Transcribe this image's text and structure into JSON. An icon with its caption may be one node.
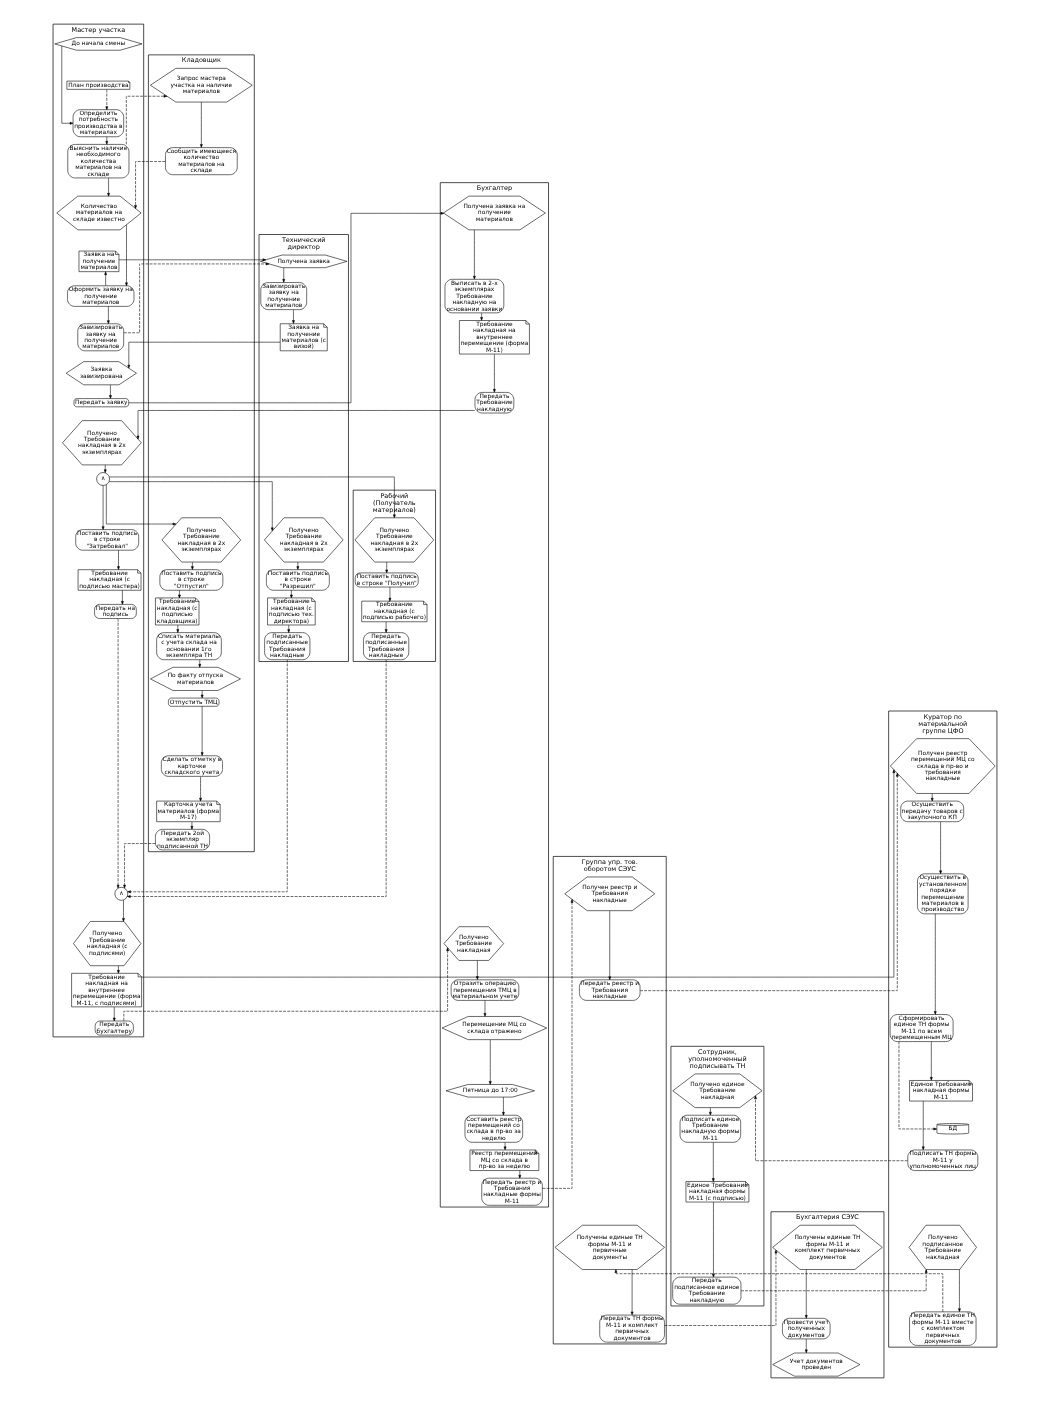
{
  "diagram": {
    "nodes": [
      {
        "text": [
          "Мастер участка"
        ]
      },
      {
        "text": [
          "До начала смены"
        ],
        "in": 0
      },
      {
        "text": [
          "План производства"
        ],
        "in": 0
      },
      {
        "text": [
          "Определить потребность производства в материалах"
        ],
        "in": 0
      },
      {
        "text": [
          "Выяснить наличие необходимого количества материалов на складе"
        ],
        "in": 0
      },
      {
        "text": [
          "Количество материалов на складе известно"
        ],
        "in": 0
      },
      {
        "text": [
          "Заявка на получение материалов"
        ],
        "in": 0
      },
      {
        "text": [
          "Оформить заявку на получение материалов"
        ],
        "in": 0
      },
      {
        "text": [
          "Завизировать заявку на получение материалов"
        ],
        "in": 0
      },
      {
        "text": [
          "Заявка завизирована"
        ],
        "in": 0
      },
      {
        "text": [
          "Передать заявку"
        ],
        "in": 0
      },
      {
        "text": [
          "Получено Требование накладная в 2х экземплярах"
        ],
        "in": 0
      },
      {
        "text": [
          "∧"
        ],
        "in": 0
      },
      {
        "text": [
          "Поставить подпись в строке \"Затребовал\""
        ],
        "in": 0
      },
      {
        "text": [
          "Требование накладная (с подписью мастера)"
        ],
        "in": 0
      },
      {
        "text": [
          "Передать на подпись"
        ],
        "in": 0
      },
      {
        "text": [
          "∧"
        ],
        "in": 0
      },
      {
        "text": [
          "Получено Требование накладная (с подписями)"
        ],
        "in": 0
      },
      {
        "text": [
          "Требование накладная на внутреннее перемещение (форма М-11, с подписями)"
        ],
        "in": 0
      },
      {
        "text": [
          "Передать бухгалтеру"
        ],
        "in": 0
      },
      {
        "text": [
          "Кладовщик"
        ]
      },
      {
        "text": [
          "Запрос мастера участка на наличие материалов"
        ],
        "in": 20
      },
      {
        "text": [
          "Сообщить имеющееся количество материалов на складе"
        ],
        "in": 20
      },
      {
        "text": [
          "Получено Требование накладная в 2х экземплярах"
        ],
        "in": 20
      },
      {
        "text": [
          "Поставить подпись в строке \"Отпустил\""
        ],
        "in": 20
      },
      {
        "text": [
          "Требование накладная (с подписью кладовщика)"
        ],
        "in": 20
      },
      {
        "text": [
          "Списать материалы с учета склада на основании 1го экземпляра ТН"
        ],
        "in": 20
      },
      {
        "text": [
          "По факту отпуска материалов"
        ],
        "in": 20
      },
      {
        "text": [
          "Отпустить ТМЦ"
        ],
        "in": 20
      },
      {
        "text": [
          "Сделать отметку в карточке складского учета"
        ],
        "in": 20
      },
      {
        "text": [
          "Карточка учета материалов (форма М-17)"
        ],
        "in": 20
      },
      {
        "text": [
          "Передать 2ой экземпляр подписанной ТН"
        ],
        "in": 20
      },
      {
        "text": [
          "Технический директор"
        ]
      },
      {
        "text": [
          "Получена заявка"
        ],
        "in": 32
      },
      {
        "text": [
          "Завизировать заявку на получение материалов"
        ],
        "in": 32
      },
      {
        "text": [
          "Заявка на получение материалов (с визой)"
        ],
        "in": 32
      },
      {
        "text": [
          "Получено Требование накладная в 2х экземплярах"
        ],
        "in": 32
      },
      {
        "text": [
          "Поставить подпись в строке \"Разрешил\""
        ],
        "in": 32
      },
      {
        "text": [
          "Требование накладная (с подписью тех. директора)"
        ],
        "in": 32
      },
      {
        "text": [
          "Передать подписанные Требования накладные"
        ],
        "in": 32
      },
      {
        "text": [
          "Бухгалтер"
        ]
      },
      {
        "text": [
          "Получена заявка на получение материалов"
        ],
        "in": 40
      },
      {
        "text": [
          "Выписать в 2-х экземплярах Требование накладную на основании заявки"
        ],
        "in": 40
      },
      {
        "text": [
          "Требование накладная на внутреннее перемещение (форма М-11)"
        ],
        "in": 40
      },
      {
        "text": [
          "Передать Требование накладную"
        ],
        "in": 40
      },
      {
        "text": [
          "Получено Требование накладная"
        ],
        "in": 40
      },
      {
        "text": [
          "Отразить операцию перемещения ТМЦ в материальном учете"
        ],
        "in": 40
      },
      {
        "text": [
          "Перемещение МЦ со склада отражено"
        ],
        "in": 40
      },
      {
        "text": [
          "Пятница до 17:00"
        ],
        "in": 40
      },
      {
        "text": [
          "Составить реестр перемещений со склада в пр-во за неделю"
        ],
        "in": 40
      },
      {
        "text": [
          "Реестр перемещений МЦ со склада в пр-во за неделю"
        ],
        "in": 40
      },
      {
        "text": [
          "Передать реестр и Требования накладные формы М-11"
        ],
        "in": 40
      },
      {
        "text": [
          "Рабочий (Получатель материалов)"
        ]
      },
      {
        "text": [
          "Получено Требование накладная в 2х экземплярах"
        ],
        "in": 52
      },
      {
        "text": [
          "Поставить подпись в строке \"Получил\""
        ],
        "in": 52
      },
      {
        "text": [
          "Требование накладная (с подписью рабочего)"
        ],
        "in": 52
      },
      {
        "text": [
          "Передать подписанные Требования накладные"
        ],
        "in": 52
      },
      {
        "text": [
          "Группа упр. тов. оборотом СЭУС"
        ]
      },
      {
        "text": [
          "Получен реестр и Требования накладные"
        ],
        "in": 57
      },
      {
        "text": [
          "Передать реестр и Требования накладные"
        ],
        "in": 57
      },
      {
        "text": [
          "Получены единые ТН формы М-11 и первичные документы"
        ],
        "in": 57
      },
      {
        "text": [
          "Передать ТН формы М-11 и комплект первичных документов"
        ],
        "in": 57
      },
      {
        "text": [
          "Куратор по материальной группе ЦФО"
        ]
      },
      {
        "text": [
          "Получен реестр перемещений МЦ со склада в пр-во и требования накладные"
        ],
        "in": 62
      },
      {
        "text": [
          "Осуществить передачу товаров с закупочного КП"
        ],
        "in": 62
      },
      {
        "text": [
          "Осуществить в установленном порядке перемещение материалов в производство"
        ],
        "in": 62
      },
      {
        "text": [
          "Сформировать единое ТН формы М-11 по всем перемещенным МЦ"
        ],
        "in": 62
      },
      {
        "text": [
          "Единое Требование накладная формы М-11"
        ],
        "in": 62
      },
      {
        "text": [
          "БД"
        ],
        "in": 62
      },
      {
        "text": [
          "Подписать ТН формы М-11 у уполномоченных лиц"
        ],
        "in": 62
      },
      {
        "text": [
          "Получено подписанное Требование накладная"
        ],
        "in": 62
      },
      {
        "text": [
          "Передать единое ТН формы М-11 вместе с комплектом первичных документов"
        ],
        "in": 62
      },
      {
        "text": [
          "Сотрудник, уполномоченный подписывать ТН"
        ]
      },
      {
        "text": [
          "Получено единое Требование накладная"
        ],
        "in": 72
      },
      {
        "text": [
          "Подписать единое Требование накладную формы М-11"
        ],
        "in": 72
      },
      {
        "text": [
          "Единое Требование накладная формы М-11 (с подписью)"
        ],
        "in": 72
      },
      {
        "text": [
          "Передать подписанное единое Требование накладную"
        ],
        "in": 72
      },
      {
        "text": [
          "Бухгалтерия СЭУС"
        ]
      },
      {
        "text": [
          "Получены единые ТН формы М-11 и комплект первичных документов"
        ],
        "in": 77
      },
      {
        "text": [
          "Провести учет полученных документов"
        ],
        "in": 77
      },
      {
        "text": [
          "Учет документов проведен"
        ],
        "in": 77
      }
    ],
    "edges": [
      {
        "from": 1,
        "to": 3,
        "arrow": "to"
      },
      {
        "from": 2,
        "to": 3,
        "arrow": "to",
        "style": "dashed"
      },
      {
        "from": 3,
        "to": 4,
        "arrow": "to"
      },
      {
        "from": 4,
        "to": 21,
        "arrow": "to",
        "style": "dashed"
      },
      {
        "from": 21,
        "to": 22,
        "arrow": "to"
      },
      {
        "from": 22,
        "to": 5,
        "arrow": "to",
        "style": "dashed"
      },
      {
        "from": 4,
        "to": 5,
        "arrow": "to"
      },
      {
        "from": 5,
        "to": 7,
        "arrow": "to"
      },
      {
        "from": 7,
        "to": 6,
        "arrow": "to"
      },
      {
        "from": 6,
        "to": 33,
        "arrow": "to"
      },
      {
        "from": 7,
        "to": 8,
        "arrow": "to"
      },
      {
        "from": 8,
        "to": 33,
        "arrow": "to",
        "style": "dashed"
      },
      {
        "from": 33,
        "to": 34,
        "arrow": "to"
      },
      {
        "from": 34,
        "to": 35,
        "arrow": "to"
      },
      {
        "from": 35,
        "to": 9,
        "arrow": "to"
      },
      {
        "from": 9,
        "to": 10,
        "arrow": "to"
      },
      {
        "from": 10,
        "to": 41,
        "arrow": "to"
      },
      {
        "from": 41,
        "to": 42,
        "arrow": "to"
      },
      {
        "from": 42,
        "to": 43,
        "arrow": "to"
      },
      {
        "from": 43,
        "to": 44,
        "arrow": "to"
      },
      {
        "from": 44,
        "to": 11,
        "arrow": "to"
      },
      {
        "from": 11,
        "to": 12,
        "arrow": "to"
      },
      {
        "from": 12,
        "to": 13,
        "arrow": "to"
      },
      {
        "from": 12,
        "to": 23,
        "arrow": "to"
      },
      {
        "from": 12,
        "to": 36,
        "arrow": "to"
      },
      {
        "from": 12,
        "to": 53,
        "arrow": "to"
      },
      {
        "from": 13,
        "to": 14,
        "arrow": "to"
      },
      {
        "from": 14,
        "to": 15,
        "arrow": "to"
      },
      {
        "from": 15,
        "to": 16,
        "arrow": "to",
        "style": "dashed"
      },
      {
        "from": 23,
        "to": 24,
        "arrow": "to"
      },
      {
        "from": 24,
        "to": 25,
        "arrow": "to"
      },
      {
        "from": 25,
        "to": 26,
        "arrow": "to"
      },
      {
        "from": 26,
        "to": 27,
        "arrow": "to"
      },
      {
        "from": 27,
        "to": 28,
        "arrow": "to"
      },
      {
        "from": 28,
        "to": 29,
        "arrow": "to"
      },
      {
        "from": 29,
        "to": 30,
        "arrow": "to"
      },
      {
        "from": 30,
        "to": 31,
        "arrow": "to"
      },
      {
        "from": 31,
        "to": 16,
        "arrow": "to",
        "style": "dashed"
      },
      {
        "from": 36,
        "to": 37,
        "arrow": "to"
      },
      {
        "from": 37,
        "to": 38,
        "arrow": "to"
      },
      {
        "from": 38,
        "to": 39,
        "arrow": "to"
      },
      {
        "from": 39,
        "to": 16,
        "arrow": "to",
        "style": "dashed"
      },
      {
        "from": 53,
        "to": 54,
        "arrow": "to"
      },
      {
        "from": 54,
        "to": 55,
        "arrow": "to"
      },
      {
        "from": 55,
        "to": 56,
        "arrow": "to"
      },
      {
        "from": 56,
        "to": 16,
        "arrow": "to",
        "style": "dashed"
      },
      {
        "from": 16,
        "to": 17,
        "arrow": "to"
      },
      {
        "from": 17,
        "to": 18,
        "arrow": "to"
      },
      {
        "from": 18,
        "to": 19,
        "arrow": "to"
      },
      {
        "from": 19,
        "to": 45,
        "arrow": "to",
        "style": "dashed"
      },
      {
        "from": 18,
        "to": 63,
        "arrow": "to"
      },
      {
        "from": 45,
        "to": 46,
        "arrow": "to"
      },
      {
        "from": 46,
        "to": 47,
        "arrow": "to"
      },
      {
        "from": 47,
        "to": 48,
        "arrow": "to"
      },
      {
        "from": 48,
        "to": 49,
        "arrow": "to"
      },
      {
        "from": 49,
        "to": 50,
        "arrow": "to"
      },
      {
        "from": 50,
        "to": 51,
        "arrow": "to"
      },
      {
        "from": 51,
        "to": 58,
        "arrow": "to",
        "style": "dashed"
      },
      {
        "from": 58,
        "to": 59,
        "arrow": "to"
      },
      {
        "from": 59,
        "to": 63,
        "arrow": "to",
        "style": "dashed"
      },
      {
        "from": 63,
        "to": 64,
        "arrow": "to"
      },
      {
        "from": 64,
        "to": 65,
        "arrow": "to"
      },
      {
        "from": 65,
        "to": 66,
        "arrow": "to"
      },
      {
        "from": 66,
        "to": 67,
        "arrow": "to"
      },
      {
        "from": 66,
        "to": 68,
        "arrow": "to",
        "style": "dashed"
      },
      {
        "from": 67,
        "to": 69,
        "arrow": "to"
      },
      {
        "from": 69,
        "to": 73,
        "arrow": "to",
        "style": "dashed"
      },
      {
        "from": 73,
        "to": 74,
        "arrow": "to"
      },
      {
        "from": 74,
        "to": 75,
        "arrow": "to"
      },
      {
        "from": 75,
        "to": 76,
        "arrow": "to"
      },
      {
        "from": 76,
        "to": 70,
        "arrow": "to",
        "style": "dashed"
      },
      {
        "from": 70,
        "to": 71,
        "arrow": "to"
      },
      {
        "from": 71,
        "to": 60,
        "arrow": "to",
        "style": "dashed"
      },
      {
        "from": 60,
        "to": 61,
        "arrow": "to"
      },
      {
        "from": 61,
        "to": 78,
        "arrow": "to",
        "style": "dashed"
      },
      {
        "from": 78,
        "to": 79,
        "arrow": "to"
      },
      {
        "from": 79,
        "to": 80,
        "arrow": "to"
      }
    ]
  }
}
